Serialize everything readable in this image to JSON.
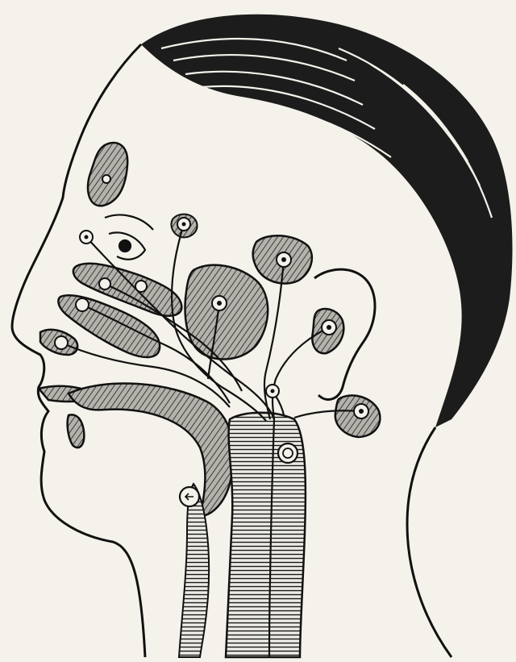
{
  "figure": {
    "subject": "head-profile-lymphatic-illustration",
    "style": "engraved-line-drawing",
    "colors": {
      "paper": "#f4f2ea",
      "ink": "#111111",
      "shade": "#9c9a94",
      "hair": "#1a1a1a"
    },
    "regions": [
      "hair",
      "forehead-sinus",
      "eye",
      "nasal-passages",
      "mouth",
      "tongue",
      "pharynx",
      "neck",
      "ear",
      "salivary-glands"
    ]
  }
}
